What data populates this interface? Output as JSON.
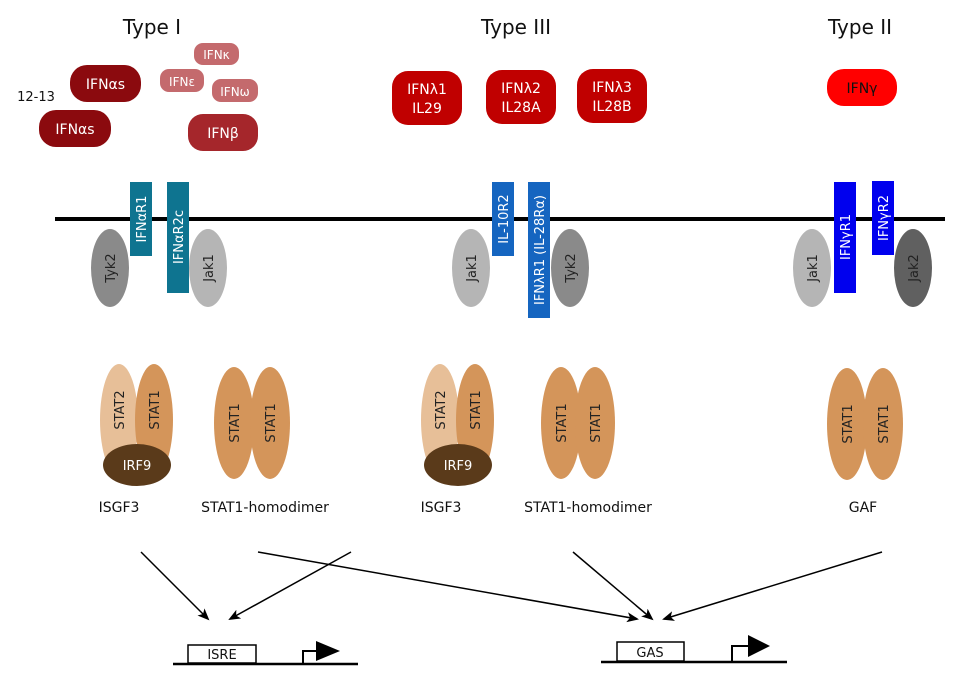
{
  "titles": {
    "type1": "Type I",
    "type3": "Type III",
    "type2": "Type II"
  },
  "type1": {
    "count_label": "12-13",
    "ligands": [
      {
        "label": "IFNαs",
        "color": "#8b0a0e"
      },
      {
        "label": "IFNαs",
        "color": "#8b0a0e"
      },
      {
        "label": "IFNκ",
        "color": "#c46a6d"
      },
      {
        "label": "IFNε",
        "color": "#c46a6d"
      },
      {
        "label": "IFNω",
        "color": "#c46a6d"
      },
      {
        "label": "IFNβ",
        "color": "#a5262b"
      }
    ],
    "receptors": [
      "IFNαR1",
      "IFNαR2c"
    ],
    "receptor_color": "#0e7490",
    "kinases": [
      "Tyk2",
      "Jak1"
    ],
    "complexes": {
      "isgf3": {
        "label": "ISGF3",
        "stat_a": "STAT2",
        "stat_b": "STAT1",
        "irf": "IRF9"
      },
      "homodimer": {
        "label": "STAT1-homodimer",
        "stat_a": "STAT1",
        "stat_b": "STAT1"
      }
    }
  },
  "type3": {
    "ligands": [
      {
        "line1": "IFNλ1",
        "line2": "IL29"
      },
      {
        "line1": "IFNλ2",
        "line2": "IL28A"
      },
      {
        "line1": "IFNλ3",
        "line2": "IL28B"
      }
    ],
    "ligand_color": "#c00000",
    "receptors": [
      "IL-10R2",
      "IFNλR1 (IL-28Rα)"
    ],
    "receptor_color": "#1565c0",
    "kinases": [
      "Jak1",
      "Tyk2"
    ],
    "complexes": {
      "isgf3": {
        "label": "ISGF3",
        "stat_a": "STAT2",
        "stat_b": "STAT1",
        "irf": "IRF9"
      },
      "homodimer": {
        "label": "STAT1-homodimer",
        "stat_a": "STAT1",
        "stat_b": "STAT1"
      }
    }
  },
  "type2": {
    "ligand": {
      "label": "IFNγ",
      "color": "#ff0000"
    },
    "receptors": [
      "IFNγR1",
      "IFNγR2"
    ],
    "receptor_color": "#0000ee",
    "kinases": [
      "Jak1",
      "Jak2"
    ],
    "complexes": {
      "gaf": {
        "label": "GAF",
        "stat_a": "STAT1",
        "stat_b": "STAT1"
      }
    }
  },
  "elements": {
    "isre": "ISRE",
    "gas": "GAS"
  },
  "colors": {
    "stat1": "#d4955a",
    "stat2": "#e7bf98",
    "irf9": "#5a3a1a",
    "kinase_light": "#b5b5b5",
    "kinase_dark": "#8a8a8a",
    "kinase_darker": "#606060",
    "membrane": "#000000"
  }
}
